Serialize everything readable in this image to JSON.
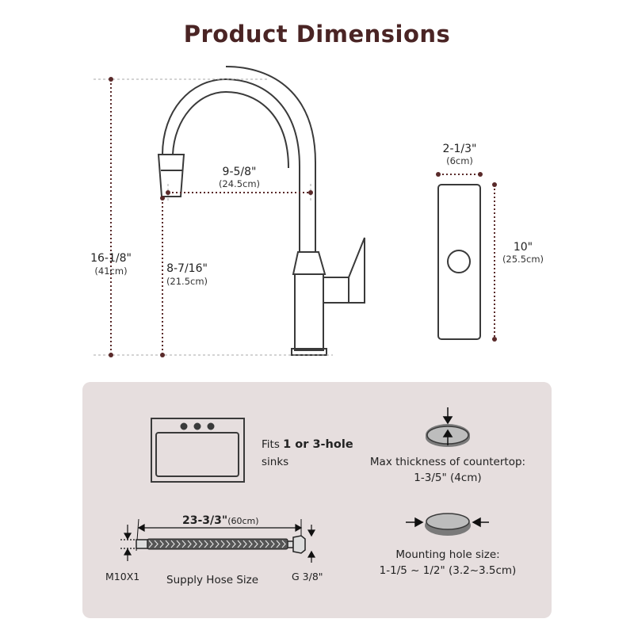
{
  "title": "Product Dimensions",
  "faucet": {
    "height_in": "16-1/8\"",
    "height_cm": "(41cm)",
    "reach_in": "9-5/8\"",
    "reach_cm": "(24.5cm)",
    "spout_height_in": "8-7/16\"",
    "spout_height_cm": "(21.5cm)"
  },
  "deck_plate": {
    "width_in": "2-1/3\"",
    "width_cm": "(6cm)",
    "length_in": "10\"",
    "length_cm": "(25.5cm)"
  },
  "info": {
    "sink_fits_prefix": "Fits ",
    "sink_fits_bold": "1 or 3-hole",
    "sink_fits_suffix": "sinks",
    "hose_length_in": "23-3/3\"",
    "hose_length_cm": "(60cm)",
    "hose_left_thread": "M10X1",
    "hose_label": "Supply Hose Size",
    "hose_right_thread": "G 3/8\"",
    "countertop_label": "Max thickness of countertop:",
    "countertop_value": "1-3/5\" (4cm)",
    "mounting_label": "Mounting hole size:",
    "mounting_value": "1-1/5 ~ 1/2\" (3.2~3.5cm)"
  },
  "colors": {
    "title": "#4a2424",
    "dimension_line": "#5a2a2a",
    "panel_bg": "#e6dede",
    "outline": "#3a3a3a"
  },
  "icons": [
    "faucet-drawing",
    "deck-plate-drawing",
    "sink-icon",
    "hose-icon",
    "countertop-thickness-icon",
    "mounting-hole-icon"
  ]
}
